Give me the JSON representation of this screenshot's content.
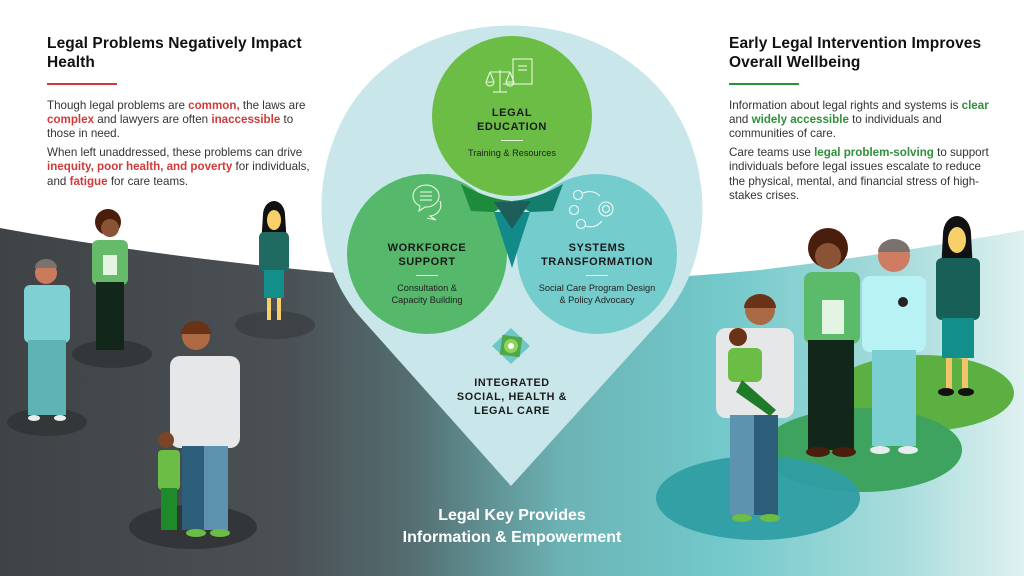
{
  "left_panel": {
    "heading": "Legal Problems Negatively Impact Health",
    "accent_color": "#d03a3a",
    "paragraphs": [
      [
        {
          "text": "Though legal problems are ",
          "emphasis": false
        },
        {
          "text": "common,",
          "emphasis": true
        },
        {
          "text": " the laws are ",
          "emphasis": false
        },
        {
          "text": "complex",
          "emphasis": true
        },
        {
          "text": " and lawyers are often ",
          "emphasis": false
        },
        {
          "text": "inaccessible",
          "emphasis": true
        },
        {
          "text": " to those in need.",
          "emphasis": false
        }
      ],
      [
        {
          "text": "When left unaddressed, these problems can drive ",
          "emphasis": false
        },
        {
          "text": "inequity, poor health, and poverty",
          "emphasis": true
        },
        {
          "text": " for individuals, and ",
          "emphasis": false
        },
        {
          "text": "fatigue",
          "emphasis": true
        },
        {
          "text": " for care teams.",
          "emphasis": false
        }
      ]
    ]
  },
  "right_panel": {
    "heading": "Early Legal Intervention Improves Overall Wellbeing",
    "accent_color": "#2f8f3a",
    "paragraphs": [
      [
        {
          "text": "Information about legal rights and systems is ",
          "emphasis": false
        },
        {
          "text": "clear",
          "emphasis": true
        },
        {
          "text": " and ",
          "emphasis": false
        },
        {
          "text": "widely accessible",
          "emphasis": true
        },
        {
          "text": " to individuals and communities of care.",
          "emphasis": false
        }
      ],
      [
        {
          "text": "Care teams use ",
          "emphasis": false
        },
        {
          "text": "legal problem-solving",
          "emphasis": true
        },
        {
          "text": " to support individuals before legal issues escalate to reduce the physical, mental, and financial stress of high-stakes crises.",
          "emphasis": false
        }
      ]
    ]
  },
  "diagram": {
    "circles": [
      {
        "id": "legal-education",
        "title_lines": [
          "LEGAL",
          "EDUCATION"
        ],
        "subtitle_lines": [
          "Training & Resources"
        ],
        "icon": "scales-and-document-icon",
        "color": "#6cbd45"
      },
      {
        "id": "workforce-support",
        "title_lines": [
          "WORKFORCE",
          "SUPPORT"
        ],
        "subtitle_lines": [
          "Consultation &",
          "Capacity Building"
        ],
        "icon": "chat-bubbles-icon",
        "color": "#55b86b"
      },
      {
        "id": "systems-transformation",
        "title_lines": [
          "SYSTEMS",
          "TRANSFORMATION"
        ],
        "subtitle_lines": [
          "Social Care Program Design",
          "& Policy Advocacy"
        ],
        "icon": "people-network-gear-icon",
        "color": "#74cccc"
      }
    ],
    "center_icon": "star-ring-icon",
    "integrated_label_lines": [
      "INTEGRATED",
      "SOCIAL, HEALTH &",
      "LEGAL CARE"
    ],
    "teardrop_color": "#c9e7ea"
  },
  "footer": {
    "title_lines": [
      "Legal Key Provides",
      "Information & Empowerment"
    ]
  },
  "illustrations": {
    "left_group": [
      "stressed-nurse",
      "stressed-care-worker",
      "stressed-lawyer",
      "worried-parent-with-child"
    ],
    "right_group": [
      "parent-holding-child",
      "supportive-care-worker",
      "nurse",
      "lawyer"
    ]
  },
  "colors": {
    "dark_ground": "#454a4e",
    "teal_ground": "#6cc5c8",
    "light_teal": "#d7eeee"
  }
}
